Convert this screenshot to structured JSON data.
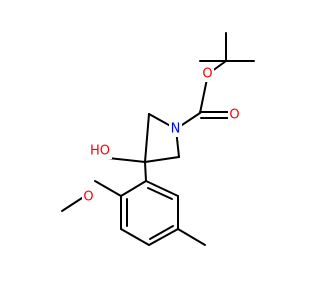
{
  "molecule": {
    "atoms": {
      "carbonyl_o": {
        "label": "O",
        "color": "#ff0000"
      },
      "ester_o": {
        "label": "O",
        "color": "#ff0000"
      },
      "azetidine_n": {
        "label": "N",
        "color": "#0000ff"
      },
      "hydroxyl": {
        "label": "HO",
        "color": "#ff0000"
      },
      "methoxy_o": {
        "label": "O",
        "color": "#ff0000"
      }
    }
  }
}
